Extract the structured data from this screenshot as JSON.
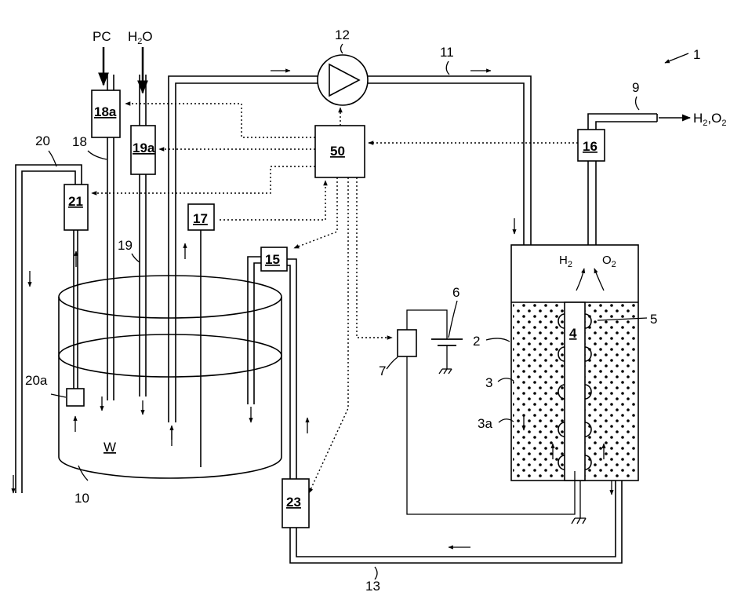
{
  "labels": {
    "system": "1",
    "cathode_plate": "2",
    "solid_electrolyte": "3",
    "electrolyte_region": "3a",
    "center_electrode": "4",
    "bumps": "5",
    "power_supply": "6",
    "power_switch": "7",
    "outlet_pipe": "9",
    "tank": "10",
    "circulation_pipe": "11",
    "pump": "12",
    "return_pipe": "13",
    "sensor_15": "15",
    "sensor_16": "16",
    "sensor_17": "17",
    "pipe_18": "18",
    "valve_18a": "18a",
    "pipe_19": "19",
    "valve_19a": "19a",
    "pipe_20": "20",
    "sensor_20a": "20a",
    "valve_21": "21",
    "sensor_23": "23",
    "controller": "50",
    "pc_input": "PC",
    "water_input_main": "H",
    "water_input_sub": "2",
    "water_input_end": "O",
    "tank_water": "W",
    "gas_h2": "H",
    "gas_o2": "O",
    "gas_sub": "2",
    "output_h": "H",
    "output_sub1": "2",
    "output_mid": ",O",
    "output_sub2": "2"
  }
}
